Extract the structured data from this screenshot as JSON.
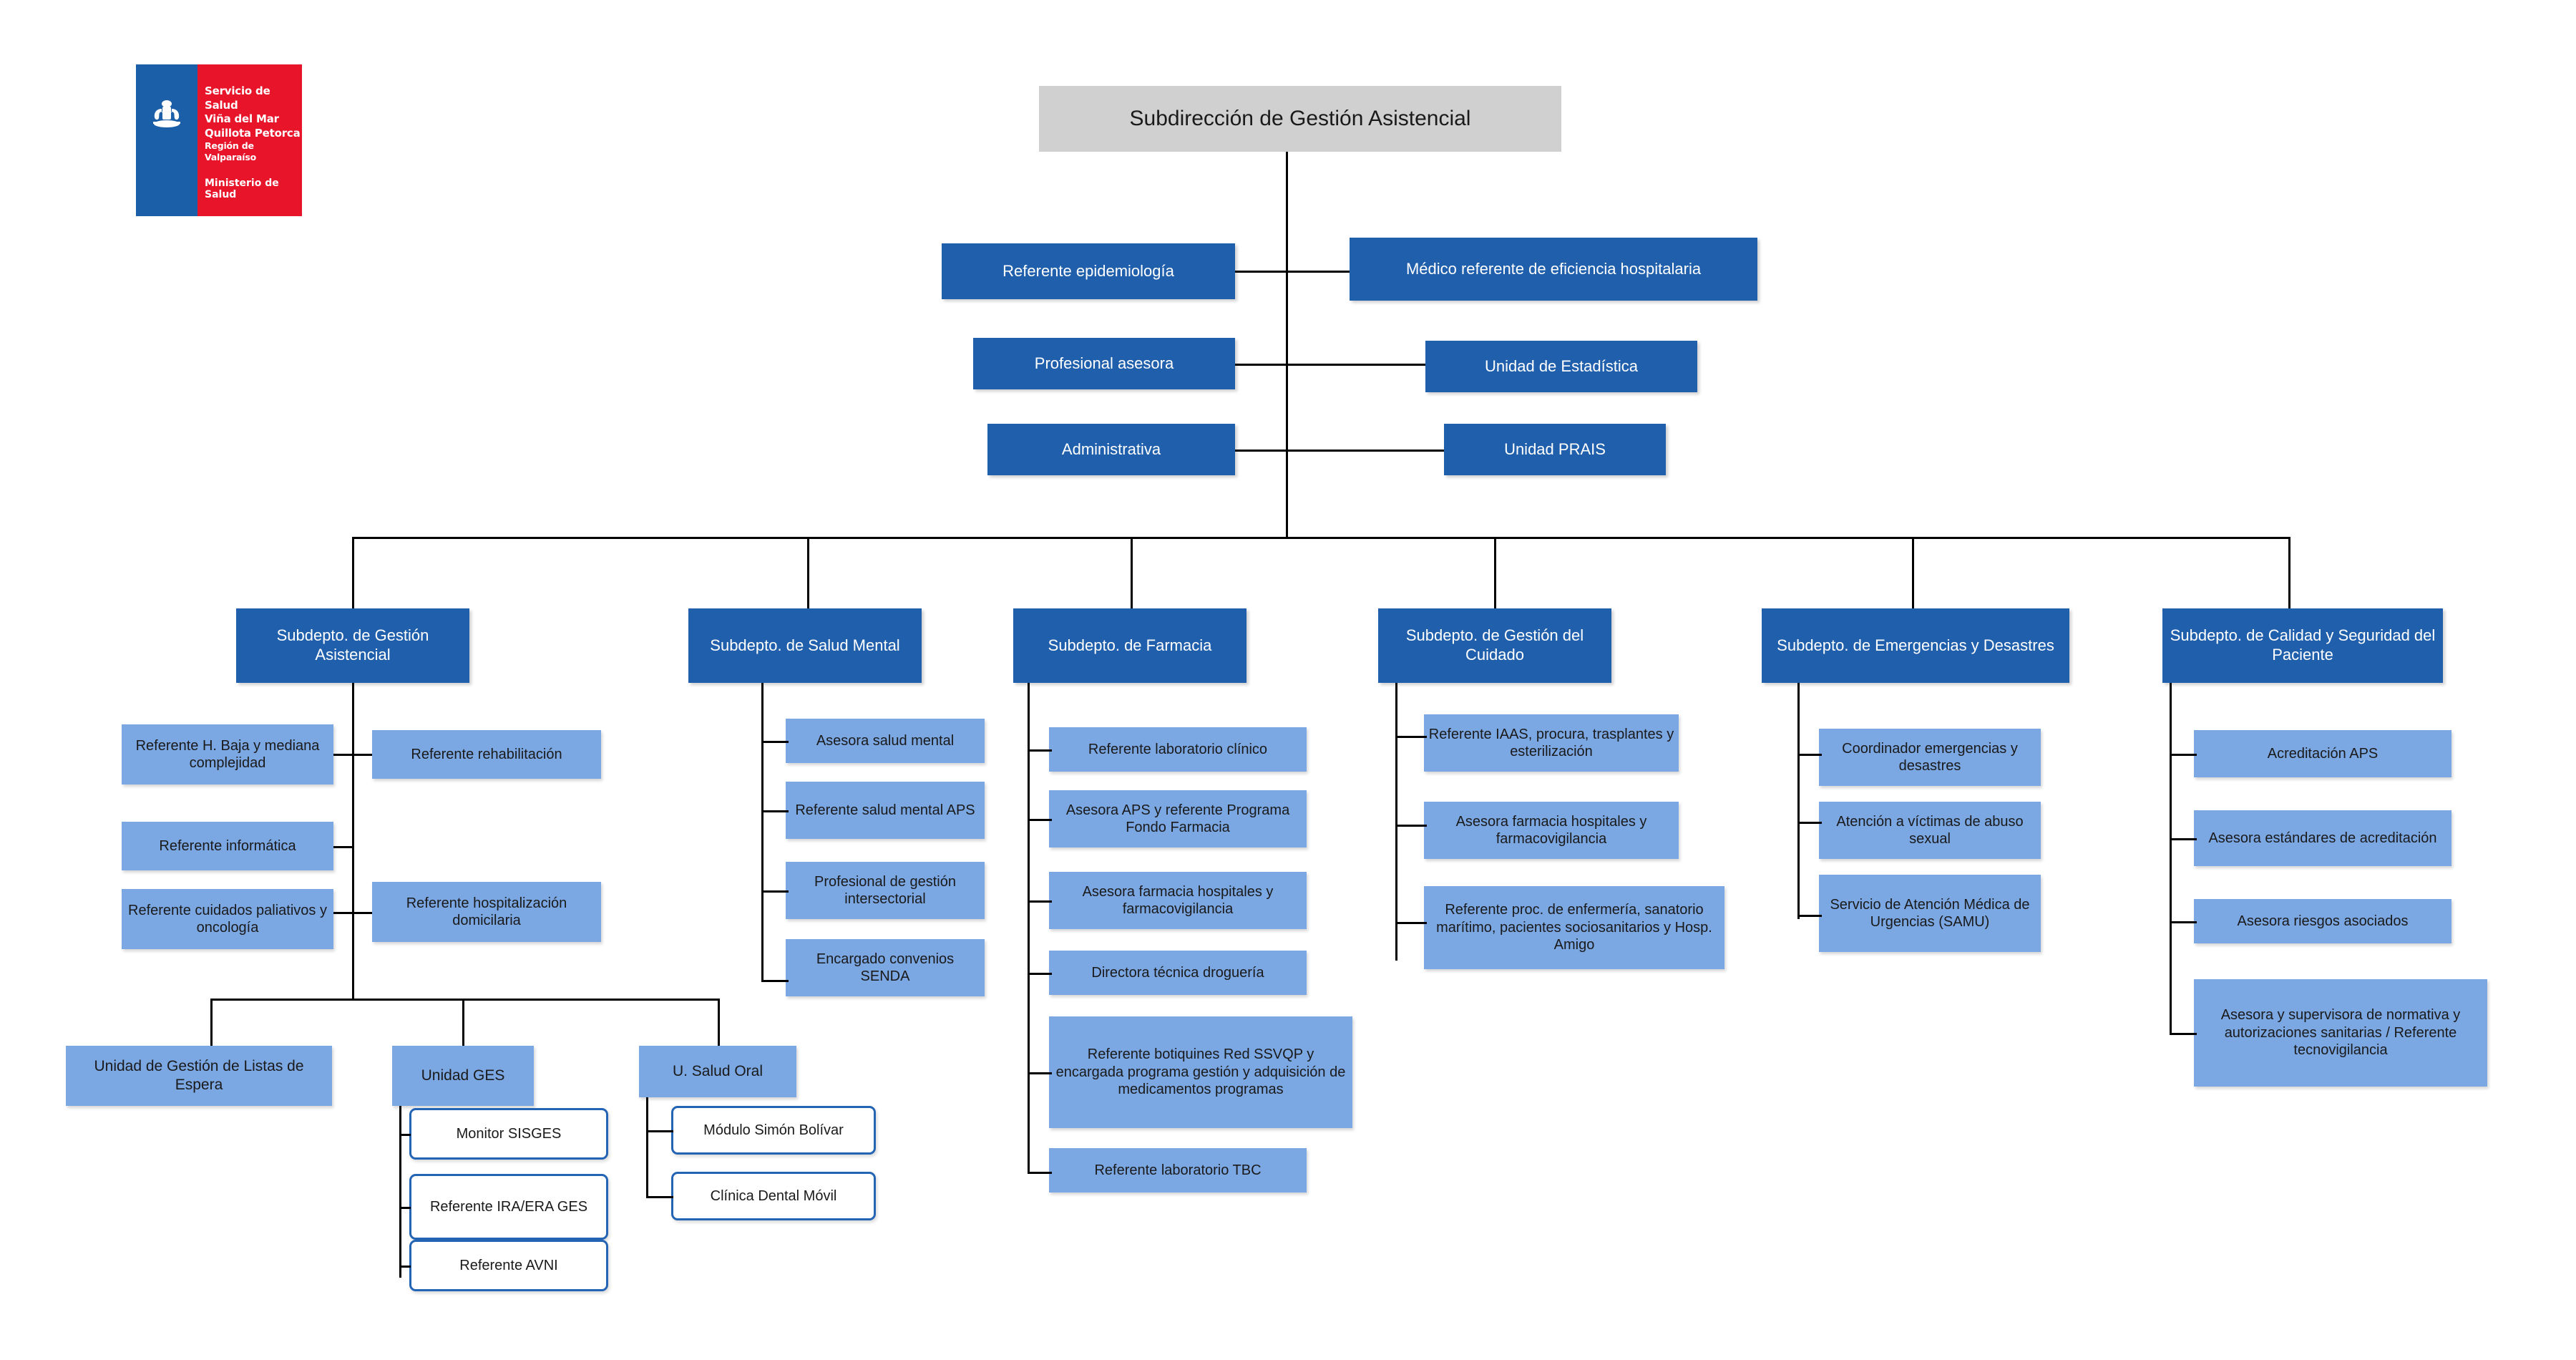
{
  "logo": {
    "line1": "Servicio de Salud",
    "line2": "Viña del Mar",
    "line3": "Quillota Petorca",
    "line4": "Región de Valparaíso",
    "ministry": "Ministerio de Salud",
    "colors": {
      "blue": "#1a5fa8",
      "red": "#e8152a"
    }
  },
  "colors": {
    "root_gray": "#d0d0d0",
    "dark_blue": "#1f5fac",
    "light_blue": "#7ba7e3",
    "outline_blue": "#2464b4",
    "line": "#000000"
  },
  "root": {
    "label": "Subdirección de Gestión Asistencial"
  },
  "staff": [
    {
      "left": "Referente epidemiología",
      "right": "Médico referente de eficiencia hospitalaria"
    },
    {
      "left": "Profesional asesora",
      "right": "Unidad de Estadística"
    },
    {
      "left": "Administrativa",
      "right": "Unidad PRAIS"
    }
  ],
  "departments": [
    {
      "title": "Subdepto. de Gestión Asistencial",
      "left_items": [
        "Referente H. Baja y mediana complejidad",
        "Referente informática",
        "Referente cuidados paliativos y oncología"
      ],
      "right_items": [
        "Referente rehabilitación",
        "Referente hospitalización domicilaria"
      ],
      "units": [
        {
          "title": "Unidad de Gestión de Listas de Espera",
          "children": []
        },
        {
          "title": "Unidad GES",
          "children": [
            "Monitor SISGES",
            "Referente IRA/ERA GES",
            "Referente AVNI"
          ]
        },
        {
          "title": "U. Salud Oral",
          "children": [
            "Módulo Simón Bolívar",
            "Clínica Dental Móvil"
          ]
        }
      ]
    },
    {
      "title": "Subdepto. de Salud Mental",
      "items": [
        "Asesora salud mental",
        "Referente salud mental APS",
        "Profesional de gestión intersectorial",
        "Encargado convenios SENDA"
      ]
    },
    {
      "title": "Subdepto. de Farmacia",
      "items": [
        "Referente laboratorio clínico",
        "Asesora APS y referente Programa Fondo Farmacia",
        "Asesora farmacia hospitales y farmacovigilancia",
        "Directora técnica droguería",
        "Referente botiquines Red SSVQP y encargada programa gestión y adquisición de medicamentos programas",
        "Referente laboratorio TBC"
      ]
    },
    {
      "title": "Subdepto. de Gestión del Cuidado",
      "items": [
        "Referente IAAS, procura, trasplantes y esterilización",
        "Asesora farmacia hospitales y farmacovigilancia",
        "Referente proc. de enfermería, sanatorio marítimo, pacientes sociosanitarios y Hosp. Amigo"
      ]
    },
    {
      "title": "Subdepto. de Emergencias y Desastres",
      "items": [
        "Coordinador emergencias y desastres",
        "Atención a víctimas de abuso sexual",
        "Servicio de Atención Médica de Urgencias (SAMU)"
      ]
    },
    {
      "title": "Subdepto. de Calidad y Seguridad del Paciente",
      "items": [
        "Acreditación APS",
        "Asesora estándares de acreditación",
        "Asesora riesgos asociados",
        "Asesora y supervisora de normativa y autorizaciones sanitarias / Referente tecnovigilancia"
      ]
    }
  ]
}
